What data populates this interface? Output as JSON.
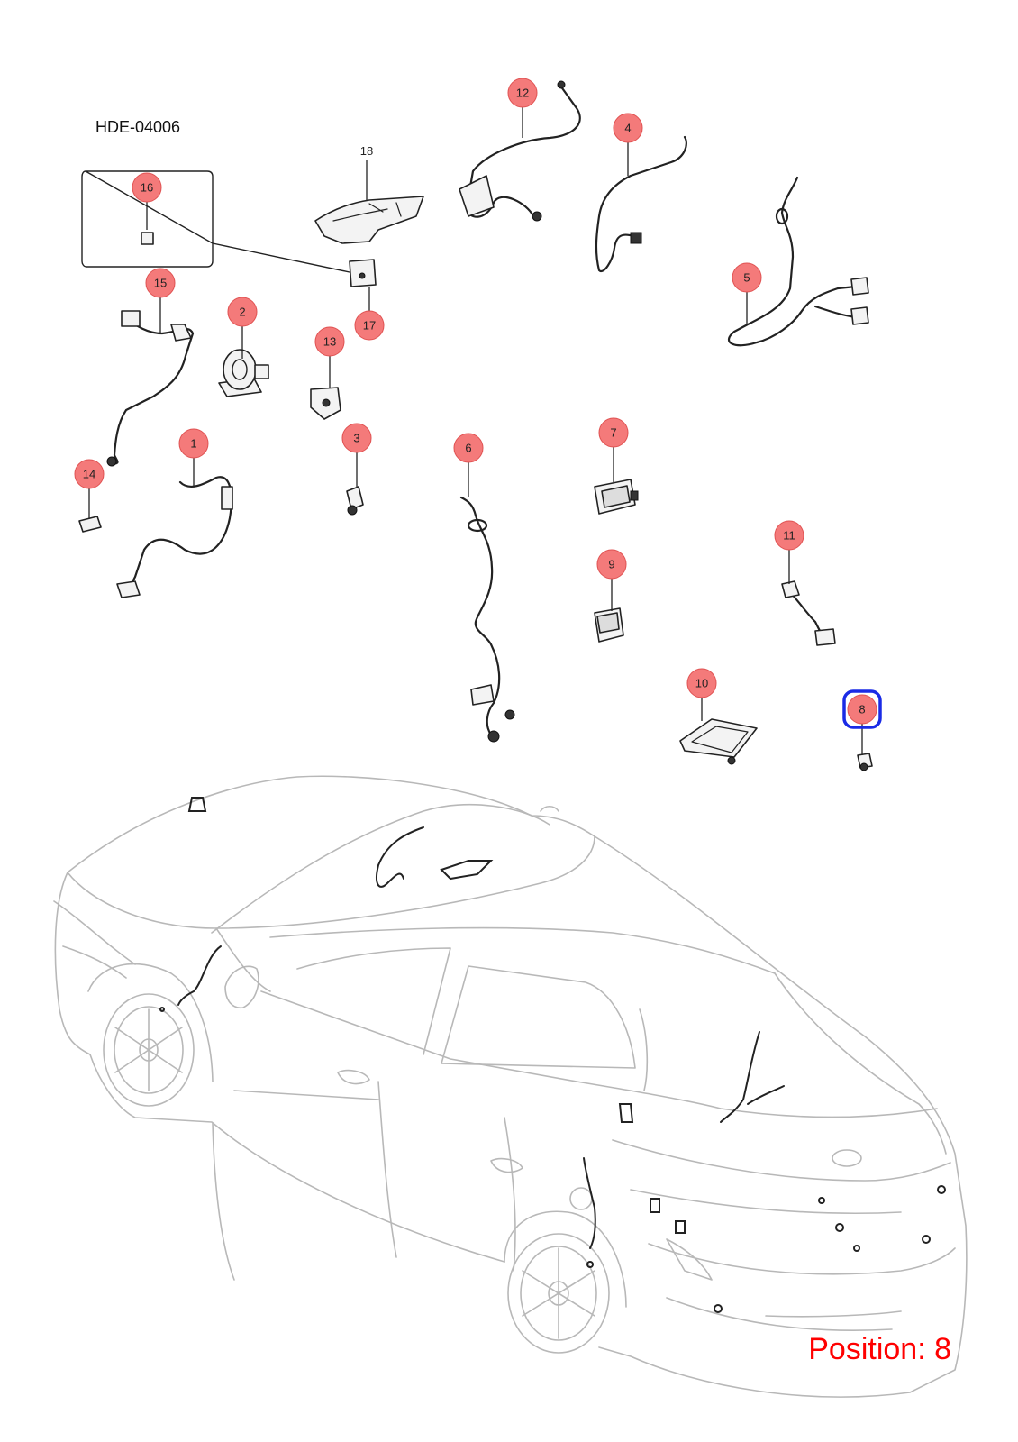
{
  "diagram_code": "HDE-04006",
  "position_label": "Position: 8",
  "highlight_color": "#1a2be6",
  "callout_color": "#f47a7a",
  "callouts": [
    {
      "id": "1",
      "label": "1"
    },
    {
      "id": "2",
      "label": "2"
    },
    {
      "id": "3",
      "label": "3"
    },
    {
      "id": "4",
      "label": "4"
    },
    {
      "id": "5",
      "label": "5"
    },
    {
      "id": "6",
      "label": "6"
    },
    {
      "id": "7",
      "label": "7"
    },
    {
      "id": "8",
      "label": "8",
      "highlighted": true
    },
    {
      "id": "9",
      "label": "9"
    },
    {
      "id": "10",
      "label": "10"
    },
    {
      "id": "11",
      "label": "11"
    },
    {
      "id": "12",
      "label": "12"
    },
    {
      "id": "13",
      "label": "13"
    },
    {
      "id": "14",
      "label": "14"
    },
    {
      "id": "15",
      "label": "15"
    },
    {
      "id": "16",
      "label": "16"
    },
    {
      "id": "17",
      "label": "17"
    }
  ],
  "plain_labels": [
    {
      "id": "18",
      "label": "18"
    }
  ]
}
